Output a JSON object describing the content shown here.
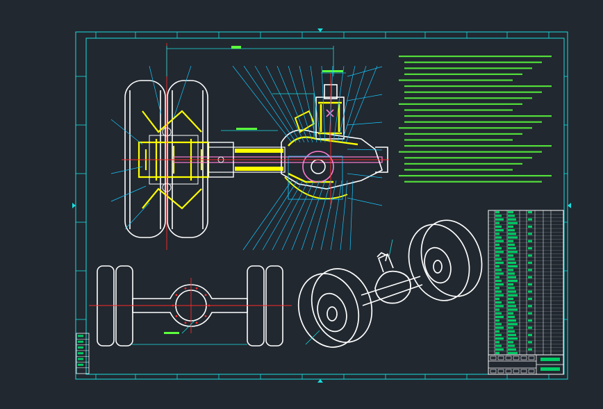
{
  "colors": {
    "background": "#212830",
    "frame": "#19e0e0",
    "outline": "#ffffff",
    "fill": "#ffff00",
    "centerline": "#ff2a2a",
    "note": "#5cff3c",
    "bom": "#00cc66",
    "pink": "#ff7bd0",
    "leader": "#18c8ff"
  },
  "views": [
    {
      "name": "section-view"
    },
    {
      "name": "top-view"
    },
    {
      "name": "isometric-view"
    }
  ],
  "title_block": {
    "rows": 6
  },
  "parts_list": {
    "rows": 40,
    "columns": 8
  },
  "notes": {
    "lines": 22
  }
}
